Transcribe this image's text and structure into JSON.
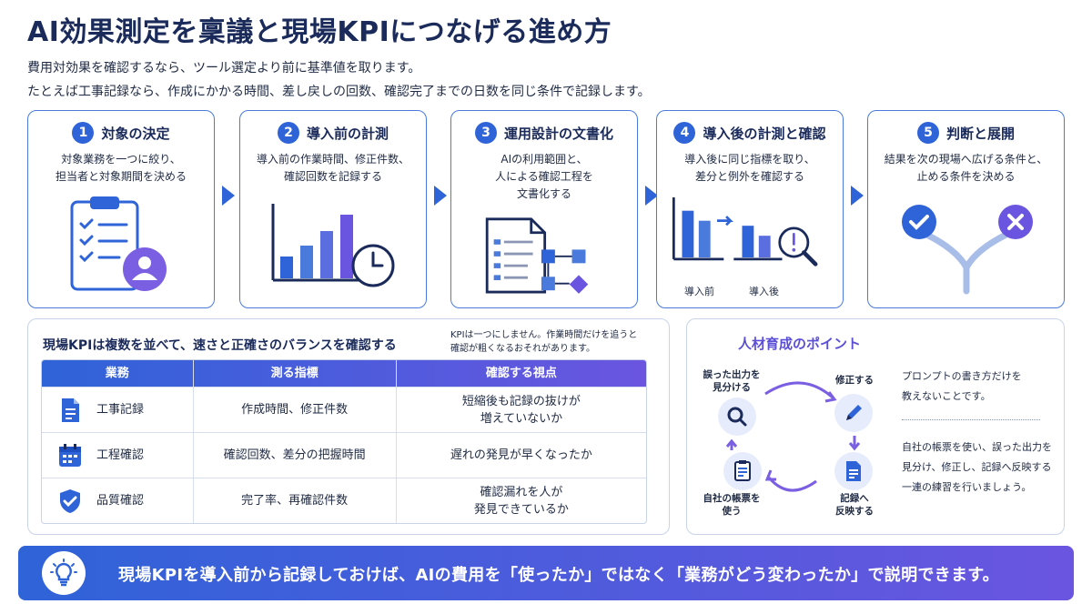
{
  "title": "AI効果測定を稟議と現場KPIにつなげる進め方",
  "intro": [
    "費用対効果を確認するなら、ツール選定より前に基準値を取ります。",
    "たとえば工事記録なら、作成にかかる時間、差し戻しの回数、確認完了までの日数を同じ条件で記録します。"
  ],
  "steps": [
    {
      "num": "1",
      "title": "対象の決定",
      "desc": [
        "対象業務を一つに絞り、",
        "担当者と対象期間を決める"
      ]
    },
    {
      "num": "2",
      "title": "導入前の計測",
      "desc": [
        "導入前の作業時間、修正件数、",
        "確認回数を記録する"
      ]
    },
    {
      "num": "3",
      "title": "運用設計の文書化",
      "desc": [
        "AIの利用範囲と、",
        "人による確認工程を",
        "文書化する"
      ]
    },
    {
      "num": "4",
      "title": "導入後の計測と確認",
      "desc": [
        "導入後に同じ指標を取り、",
        "差分と例外を確認する"
      ],
      "labels": [
        "導入前",
        "導入後"
      ]
    },
    {
      "num": "5",
      "title": "判断と展開",
      "desc": [
        "結果を次の現場へ広げる条件と、",
        "止める条件を決める"
      ]
    }
  ],
  "kpi": {
    "title": "現場KPIは複数を並べて、速さと正確さのバランスを確認する",
    "note": [
      "KPIは一つにしません。作業時間だけを追うと",
      "確認が粗くなるおそれがあります。"
    ],
    "headers": [
      "業務",
      "測る指標",
      "確認する視点"
    ],
    "rows": [
      {
        "task": "工事記録",
        "icon": "document-icon",
        "metric": [
          "作成時間、修正件数"
        ],
        "view": [
          "短縮後も記録の抜けが",
          "増えていないか"
        ]
      },
      {
        "task": "工程確認",
        "icon": "calendar-icon",
        "metric": [
          "確認回数、差分の把握時間"
        ],
        "view": [
          "遅れの発見が早くなったか"
        ]
      },
      {
        "task": "品質確認",
        "icon": "shield-check-icon",
        "metric": [
          "完了率、再確認件数"
        ],
        "view": [
          "確認漏れを人が",
          "発見できているか"
        ]
      }
    ]
  },
  "training": {
    "title": "人材育成のポイント",
    "cycle": [
      {
        "label": [
          "誤った出力を",
          "見分ける"
        ],
        "icon": "search-icon"
      },
      {
        "label": [
          "修正する"
        ],
        "icon": "pencil-icon"
      },
      {
        "label": [
          "記録へ",
          "反映する"
        ],
        "icon": "document-icon"
      },
      {
        "label": [
          "自社の帳票を",
          "使う"
        ],
        "icon": "form-icon"
      }
    ],
    "side1": [
      "プロンプトの書き方だけを",
      "教えないことです。"
    ],
    "side2": [
      "自社の帳票を使い、誤った出力を",
      "見分け、修正し、記録へ反映する",
      "一連の練習を行いましょう。"
    ]
  },
  "banner": {
    "text": "現場KPIを導入前から記録しておけば、AIの費用を「使ったか」ではなく「業務がどう変わったか」で説明できます。",
    "icon": "lightbulb-icon"
  },
  "colors": {
    "primary": "#2f63d8",
    "accent": "#6a55e0",
    "navy": "#1a2a5a"
  }
}
